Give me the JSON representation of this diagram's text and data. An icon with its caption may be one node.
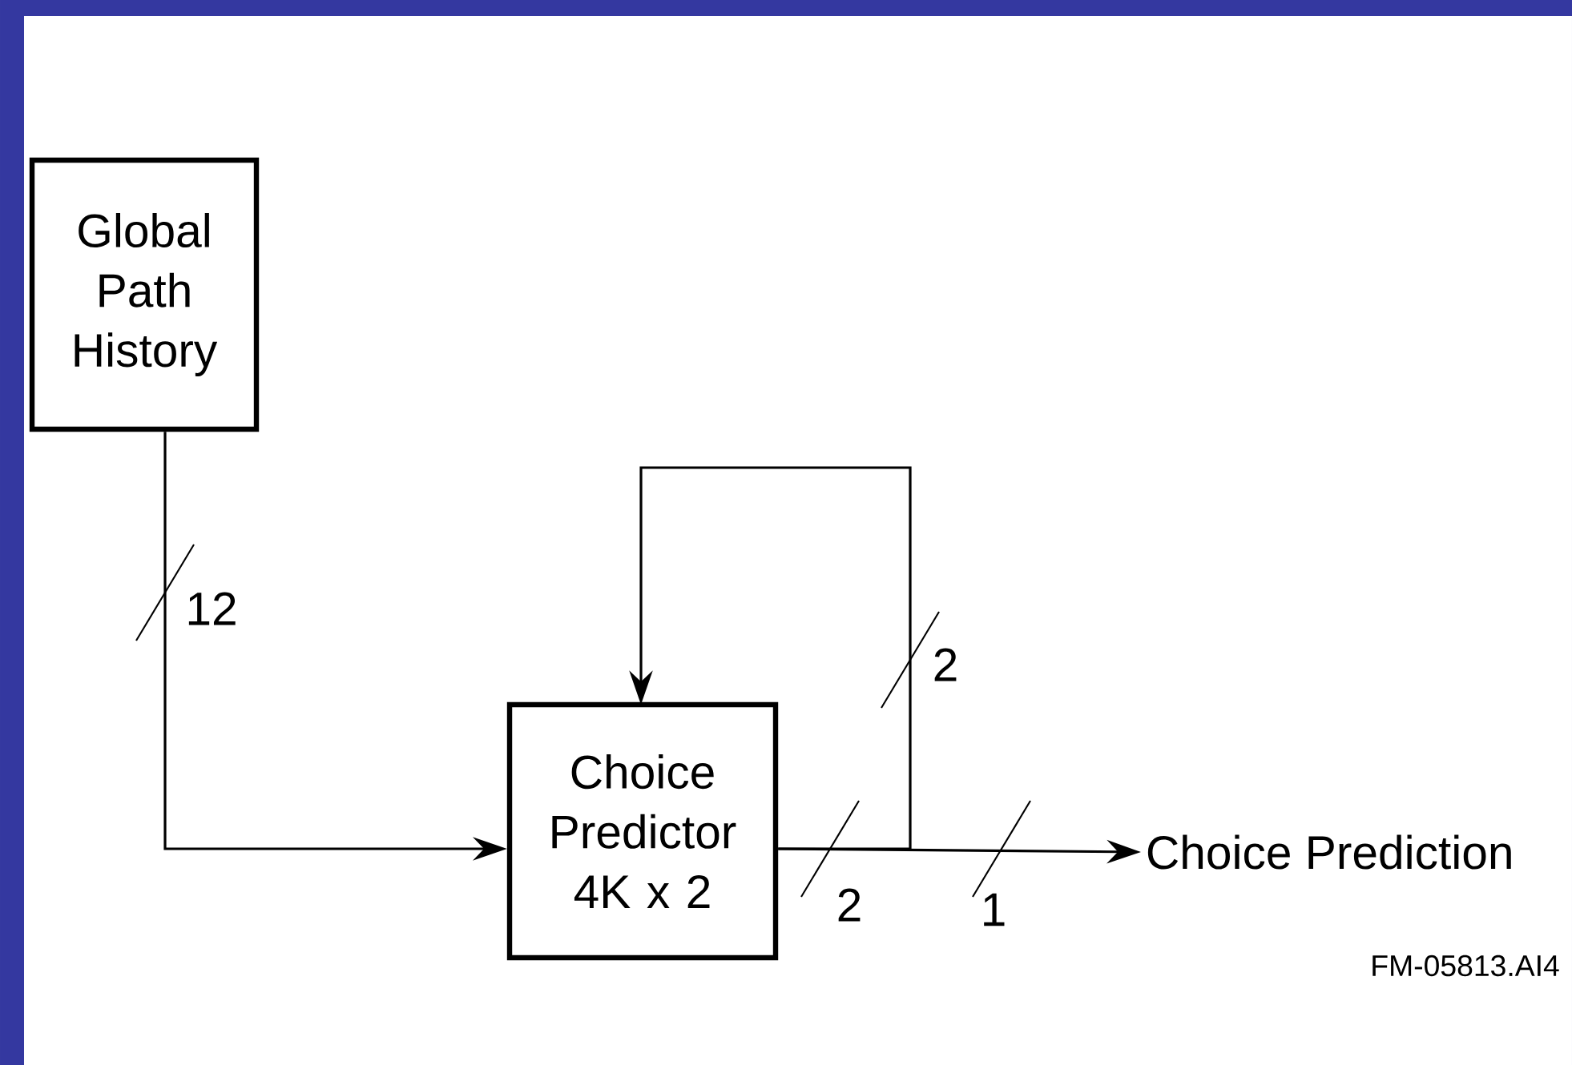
{
  "diagram": {
    "nodes": [
      {
        "text": [
          "Global Path History"
        ]
      },
      {
        "text": [
          "Choice Predictor 4K x 2"
        ]
      },
      {
        "text": [
          "Choice Prediction"
        ]
      }
    ],
    "edges": [
      {
        "from": 0,
        "to": 1,
        "arrow": "to",
        "label": "12"
      },
      {
        "from": 1,
        "to": 2,
        "arrow": "to",
        "label": "1"
      },
      {
        "from": 1,
        "to": 1,
        "arrow": "to",
        "label": "2"
      }
    ],
    "labels": [
      "2",
      "FM-05813.AI4"
    ]
  }
}
